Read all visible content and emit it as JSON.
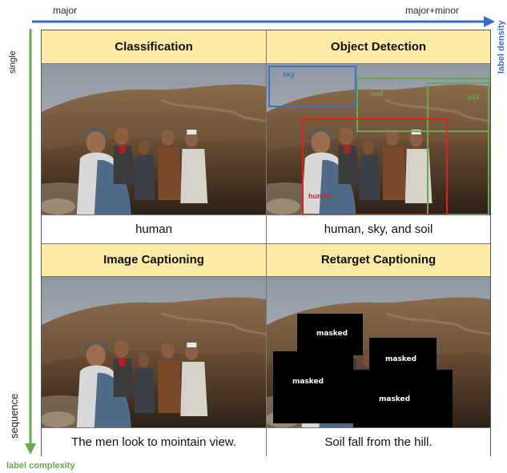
{
  "axes": {
    "top_left_label": "major",
    "top_right_label": "major+minor",
    "density_label": "label density",
    "left_top_label": "single",
    "left_bottom_label": "sequence",
    "complexity_label": "label complexity",
    "colors": {
      "density": "#3a6fc0",
      "complexity": "#6aa84f"
    }
  },
  "panels": {
    "classification": {
      "title": "Classification",
      "caption": "human"
    },
    "detection": {
      "title": "Object Detection",
      "caption": "human, sky, and soil",
      "boxes": {
        "sky": "sky",
        "soil_1": "soil",
        "soil_2": "soil",
        "human": "human"
      },
      "box_colors": {
        "sky": "#3a72c4",
        "soil": "#6aa84f",
        "human": "#e02020"
      }
    },
    "captioning": {
      "title": "Image Captioning",
      "caption": "The men look to mointain view."
    },
    "retarget": {
      "title": "Retarget Captioning",
      "caption": "Soil fall from the hill.",
      "mask_labels": [
        "masked",
        "masked",
        "masked",
        "masked"
      ]
    }
  },
  "colors": {
    "header_bg": "#fde9a6"
  }
}
